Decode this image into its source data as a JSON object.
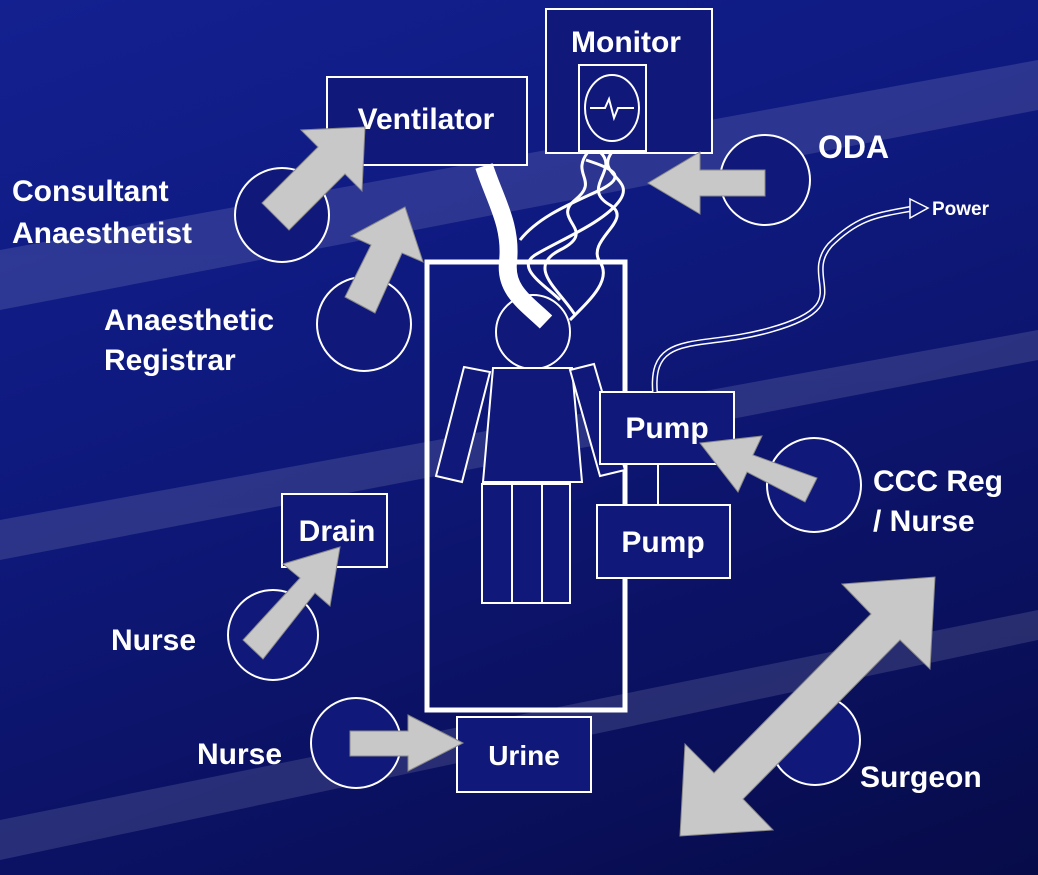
{
  "equipment": {
    "monitor": "Monitor",
    "ventilator": "Ventilator",
    "pump_upper": "Pump",
    "pump_lower": "Pump",
    "drain": "Drain",
    "urine": "Urine",
    "power": "Power"
  },
  "staff": {
    "consultant_line1": "Consultant",
    "consultant_line2": "Anaesthetist",
    "registrar_line1": "Anaesthetic",
    "registrar_line2": "Registrar",
    "oda": "ODA",
    "ccc_line1": "CCC Reg",
    "ccc_line2": "/ Nurse",
    "nurse_drain": "Nurse",
    "nurse_urine": "Nurse",
    "surgeon": "Surgeon"
  },
  "colors": {
    "background": "#0e1470",
    "node_fill": "#10187a",
    "outline": "#ffffff",
    "arrow_fill": "#c8c8c8"
  }
}
